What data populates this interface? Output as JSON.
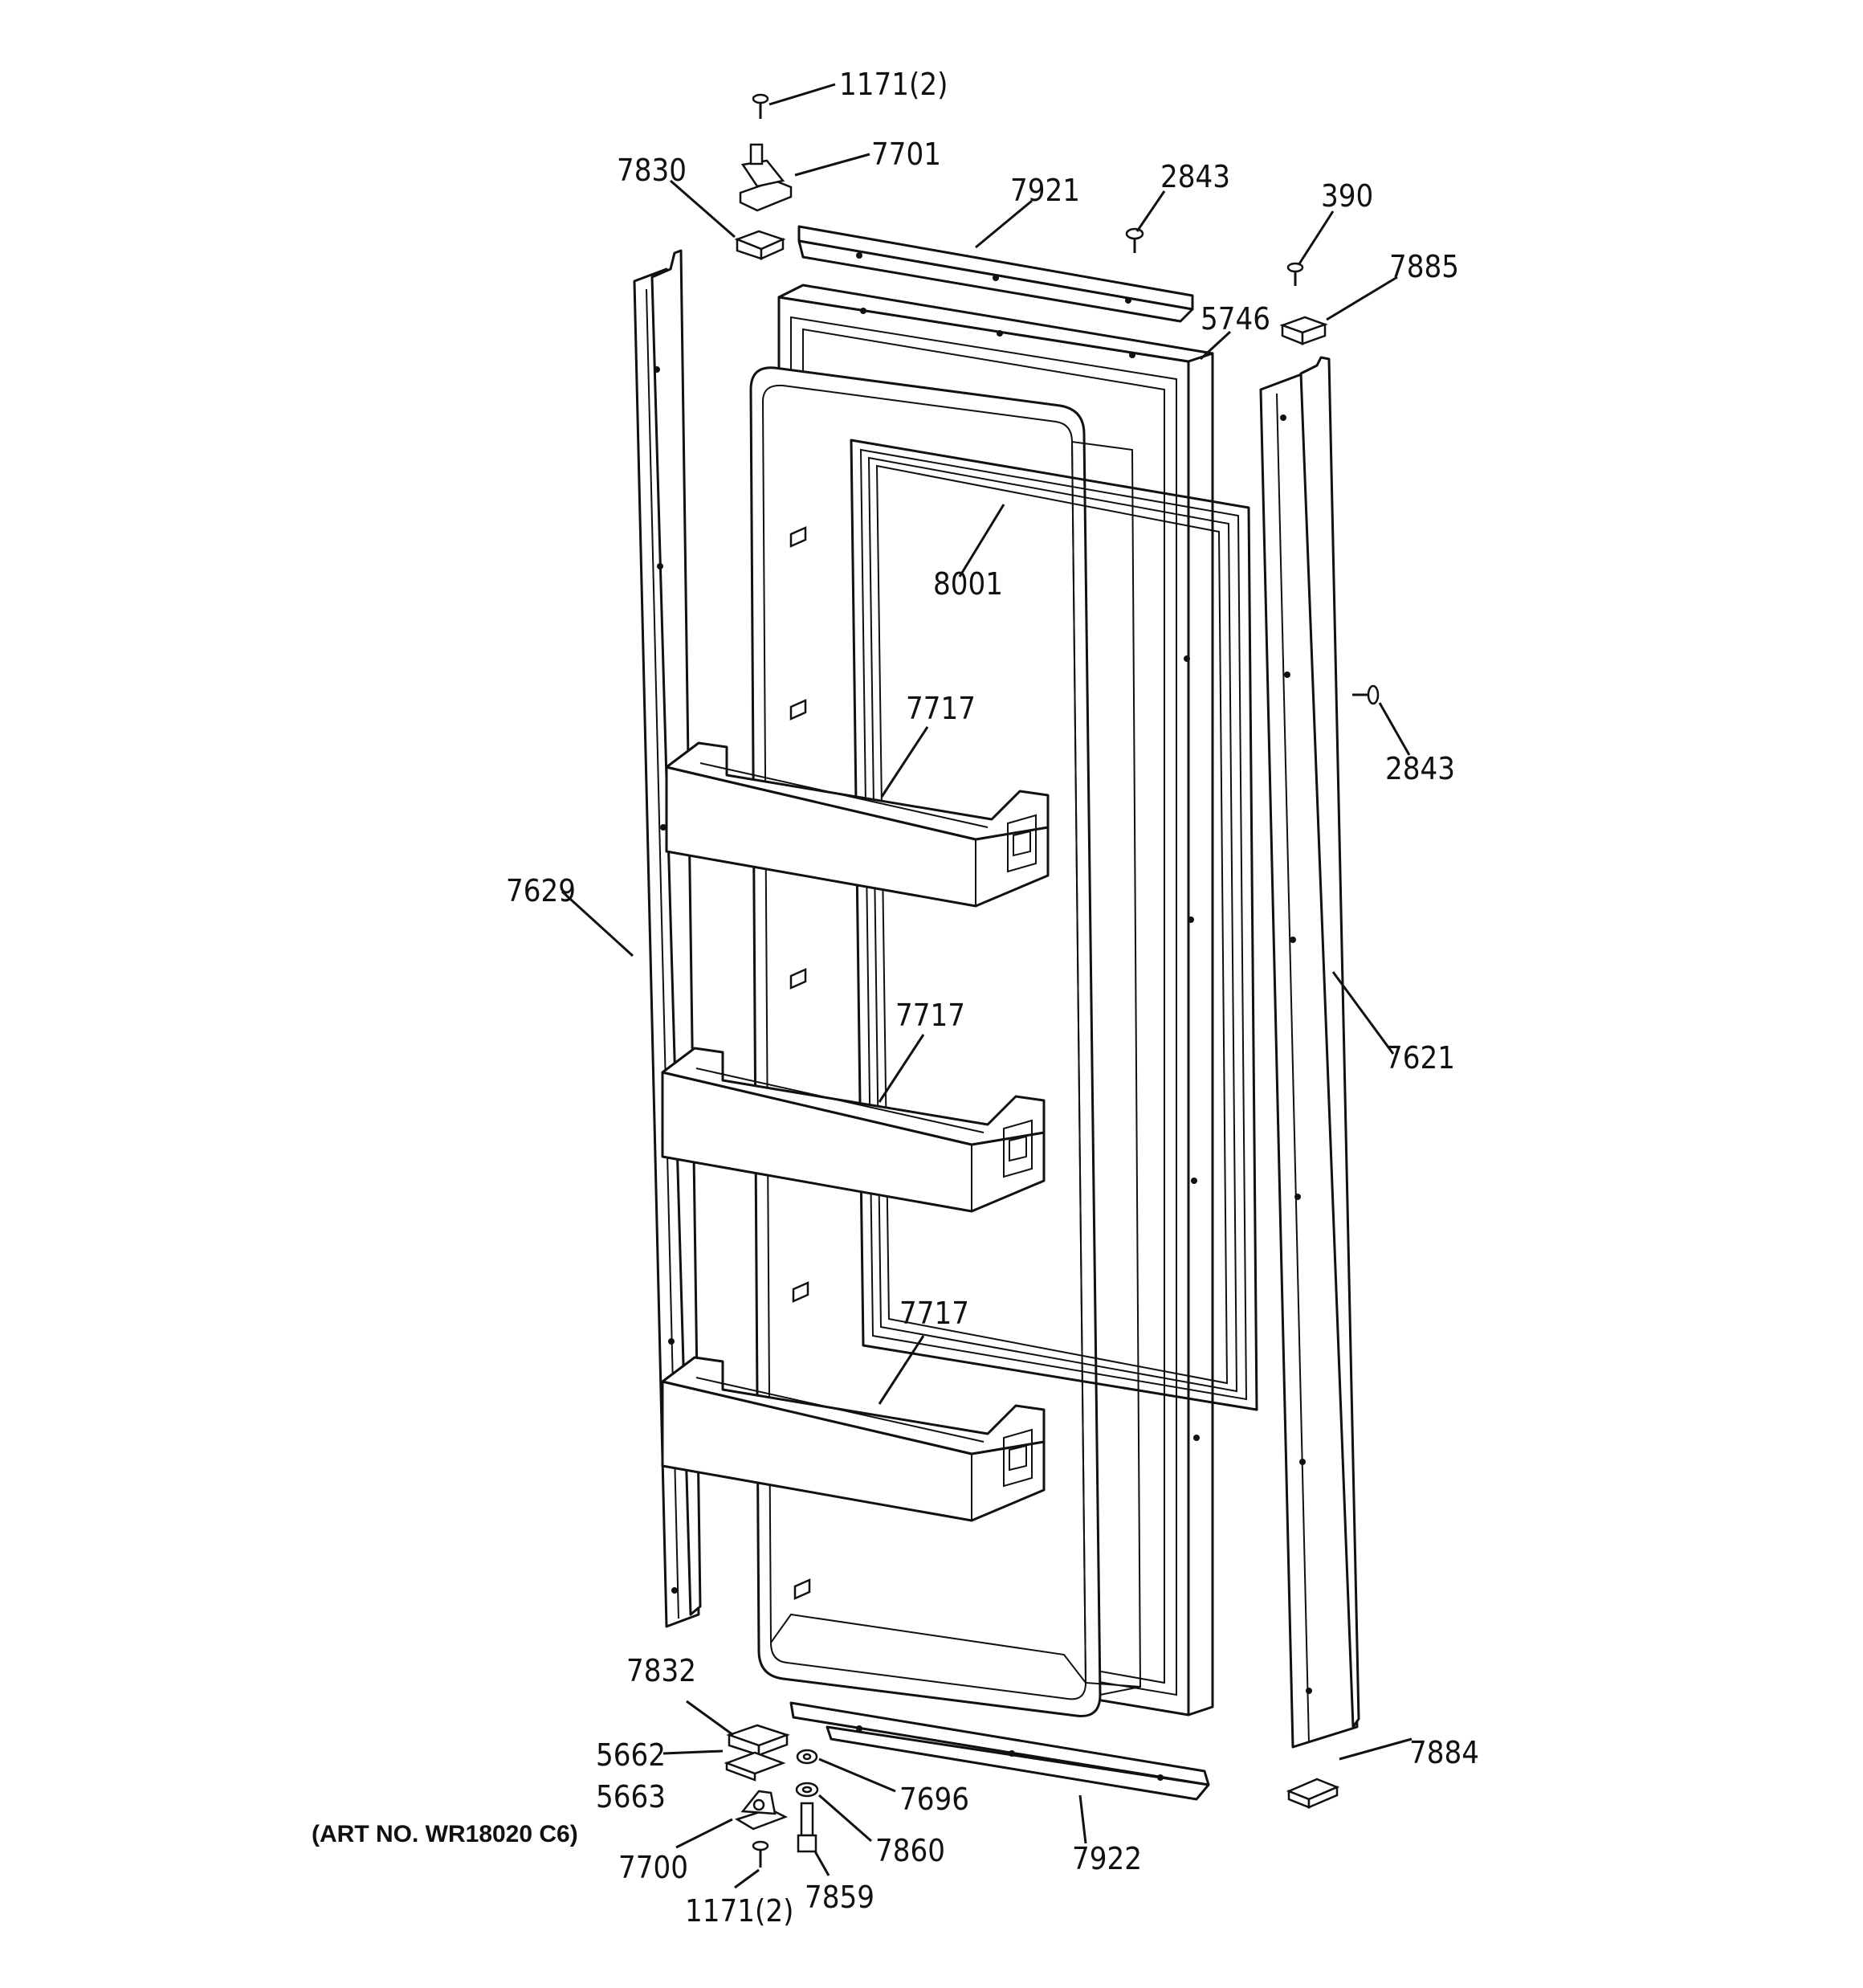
{
  "art_number": "(ART NO. WR18020 C6)",
  "callouts": [
    {
      "id": "screw-top",
      "text": "1171(2)"
    },
    {
      "id": "hinge-top",
      "text": "7701"
    },
    {
      "id": "top-cap",
      "text": "7830"
    },
    {
      "id": "top-trim",
      "text": "7921"
    },
    {
      "id": "screw-2843-top",
      "text": "2843"
    },
    {
      "id": "screw-390",
      "text": "390"
    },
    {
      "id": "top-cap-right",
      "text": "7885"
    },
    {
      "id": "door-outer",
      "text": "5746"
    },
    {
      "id": "gasket",
      "text": "8001"
    },
    {
      "id": "bin-1",
      "text": "7717"
    },
    {
      "id": "screw-2843-side",
      "text": "2843"
    },
    {
      "id": "left-trim",
      "text": "7629"
    },
    {
      "id": "right-trim",
      "text": "7621"
    },
    {
      "id": "bin-2",
      "text": "7717"
    },
    {
      "id": "bin-3",
      "text": "7717"
    },
    {
      "id": "bottom-cap",
      "text": "7832"
    },
    {
      "id": "shim-a",
      "text": "5662"
    },
    {
      "id": "shim-b",
      "text": "5663"
    },
    {
      "id": "bottom-cap-right",
      "text": "7884"
    },
    {
      "id": "washer",
      "text": "7696"
    },
    {
      "id": "bushing",
      "text": "7860"
    },
    {
      "id": "bottom-trim",
      "text": "7922"
    },
    {
      "id": "hinge-bottom",
      "text": "7700"
    },
    {
      "id": "pin",
      "text": "7859"
    },
    {
      "id": "screw-bottom",
      "text": "1171(2)"
    }
  ]
}
